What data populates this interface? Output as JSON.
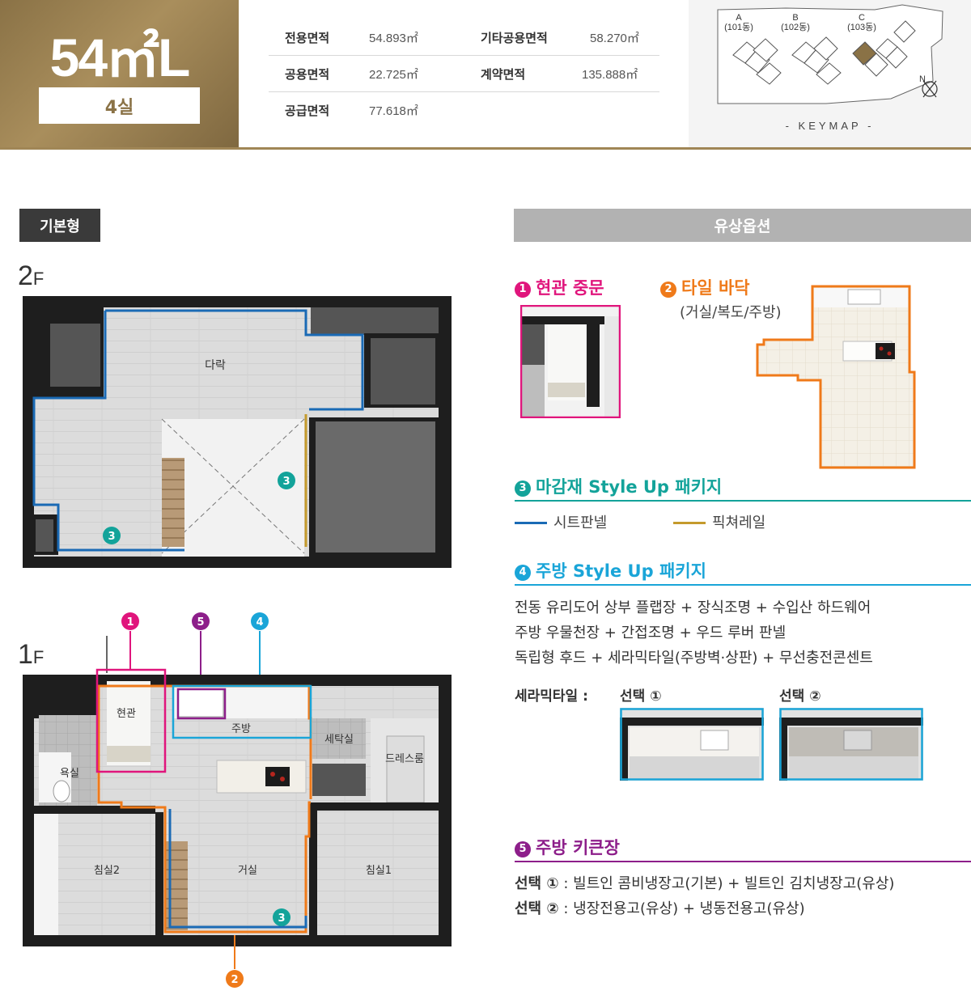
{
  "header": {
    "type_name": "54㎡L",
    "type_rooms": "4실",
    "areas": [
      {
        "label": "전용면적",
        "value": "54.893㎡"
      },
      {
        "label": "기타공용면적",
        "value": "58.270㎡"
      },
      {
        "label": "공용면적",
        "value": "22.725㎡"
      },
      {
        "label": "계약면적",
        "value": "135.888㎡"
      },
      {
        "label": "공급면적",
        "value": "77.618㎡"
      }
    ]
  },
  "keymap": {
    "label": "- KEYMAP -",
    "buildings": [
      {
        "letter": "A",
        "name": "(101동)"
      },
      {
        "letter": "B",
        "name": "(102동)"
      },
      {
        "letter": "C",
        "name": "(103동)"
      }
    ],
    "north": "N",
    "highlight_color": "#8a7246"
  },
  "basic": {
    "tag": "기본형",
    "floor2": {
      "label": "2",
      "suffix": "F",
      "rooms": {
        "attic": "다락"
      }
    },
    "floor1": {
      "label": "1",
      "suffix": "F",
      "rooms": {
        "entrance": "현관",
        "kitchen": "주방",
        "laundry": "세탁실",
        "dressroom": "드레스룸",
        "bath": "욕실",
        "bedroom2": "침실2",
        "living": "거실",
        "bedroom1": "침실1"
      }
    },
    "markers": {
      "m1": "1",
      "m2": "2",
      "m3": "3",
      "m4": "4",
      "m5": "5"
    }
  },
  "options": {
    "tag": "유상옵션",
    "opt1": {
      "num": "1",
      "title": "현관 중문",
      "color": "#e0157c"
    },
    "opt2": {
      "num": "2",
      "title": "타일 바닥",
      "sub": "(거실/복도/주방)",
      "color": "#ef7a1a"
    },
    "opt3": {
      "num": "3",
      "title": "마감재 Style Up 패키지",
      "color": "#13a39a",
      "legend": [
        {
          "label": "시트판넬",
          "color": "#1a6ab5"
        },
        {
          "label": "픽쳐레일",
          "color": "#c49a2c"
        }
      ]
    },
    "opt4": {
      "num": "4",
      "title": "주방 Style Up 패키지",
      "color": "#1aa5d8",
      "lines": [
        "전동 유리도어 상부 플랩장 + 장식조명 + 수입산 하드웨어",
        "주방 우물천장 + 간접조명 + 우드 루버 판넬",
        "독립형 후드 + 세라믹타일(주방벽·상판) + 무선충전콘센트"
      ],
      "ceramic_label": "세라믹타일 :",
      "choice1": "선택 ①",
      "choice2": "선택 ②"
    },
    "opt5": {
      "num": "5",
      "title": "주방 키큰장",
      "color": "#8d1e8a",
      "lines": [
        {
          "choice": "선택 ①",
          "text": ": 빌트인 콤비냉장고(기본) + 빌트인 김치냉장고(유상)"
        },
        {
          "choice": "선택 ②",
          "text": ": 냉장전용고(유상) + 냉동전용고(유상)"
        }
      ]
    }
  }
}
